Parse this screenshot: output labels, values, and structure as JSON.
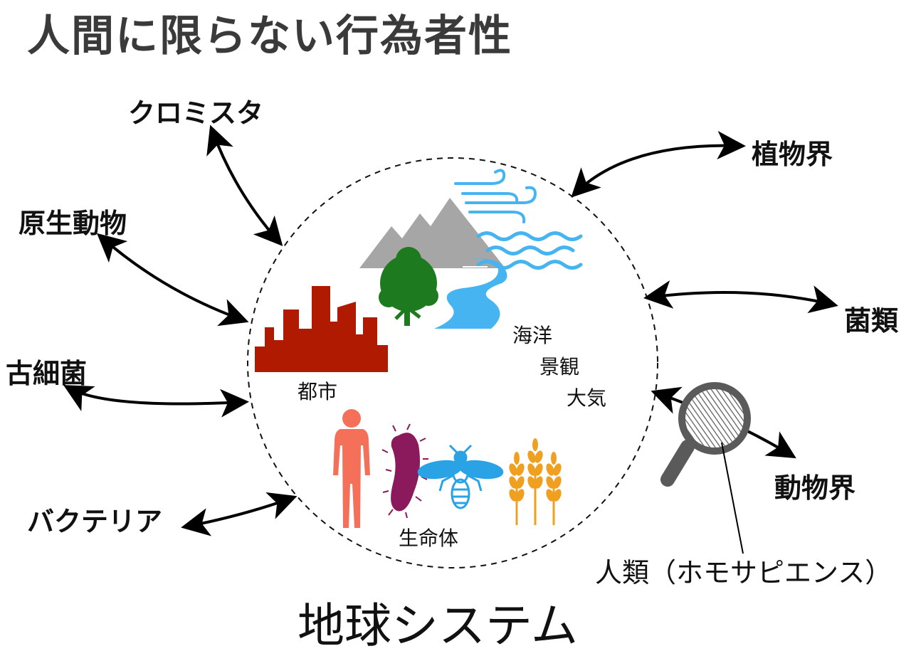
{
  "title": "人間に限らない行為者性",
  "footer": "地球システム",
  "kingdoms": {
    "chromista": "クロミスタ",
    "protozoa": "原生動物",
    "archaea": "古細菌",
    "bacteria": "バクテリア",
    "plantae": "植物界",
    "fungi": "菌類",
    "animalia": "動物界"
  },
  "inner_labels": {
    "city": "都市",
    "ocean": "海洋",
    "landscape": "景観",
    "atmosphere": "大気",
    "organisms": "生命体"
  },
  "human_label": "人類（ホモサピエンス）",
  "colors": {
    "city": "#b01a00",
    "tree": "#1e7a1e",
    "mountain": "#a6a6a6",
    "water": "#45b4f0",
    "human": "#f47059",
    "bacterium": "#8b1a5c",
    "wasp": "#2aa3e6",
    "wheat": "#f0a020",
    "magnifier": "#5a5a5a",
    "arrow": "#000000"
  },
  "icons": [
    "city-icon",
    "tree-icon",
    "mountain-icon",
    "wind-icon",
    "waves-icon",
    "river-icon",
    "human-figure-icon",
    "bacterium-icon",
    "wasp-icon",
    "wheat-icon",
    "magnifier-icon"
  ]
}
